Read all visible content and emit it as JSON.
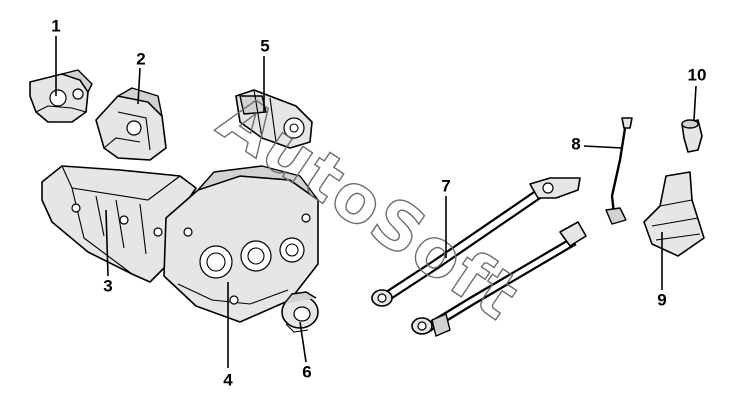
{
  "callouts": [
    {
      "id": "1",
      "label": "1"
    },
    {
      "id": "2",
      "label": "2"
    },
    {
      "id": "3",
      "label": "3"
    },
    {
      "id": "4",
      "label": "4"
    },
    {
      "id": "5",
      "label": "5"
    },
    {
      "id": "6",
      "label": "6"
    },
    {
      "id": "7",
      "label": "7"
    },
    {
      "id": "8",
      "label": "8"
    },
    {
      "id": "9",
      "label": "9"
    },
    {
      "id": "10",
      "label": "10"
    }
  ],
  "watermark": "AutoSoft"
}
